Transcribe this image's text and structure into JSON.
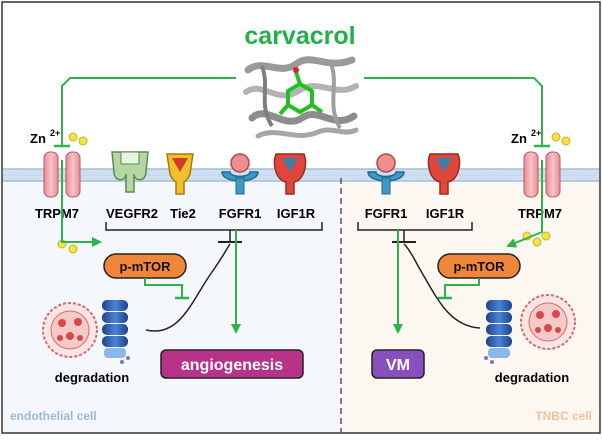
{
  "title": "carvacrol",
  "ions": {
    "left": "Zn",
    "right": "Zn",
    "charge": "2+"
  },
  "left_cell": {
    "channel": "TRPM7",
    "receptors": [
      "VEGFR2",
      "Tie2",
      "FGFR1",
      "IGF1R"
    ],
    "kinase": "p-mTOR",
    "degradation": "degradation",
    "outcome": "angiogenesis",
    "label": "endothelial cell"
  },
  "right_cell": {
    "channel": "TRPM7",
    "receptors": [
      "FGFR1",
      "IGF1R"
    ],
    "kinase": "p-mTOR",
    "degradation": "degradation",
    "outcome": "VM",
    "label": "TNBC cell"
  },
  "colors": {
    "title": "#22b04b",
    "arrow": "#2db34a",
    "kinase_fill": "#f0863a",
    "angiogenesis_fill": "#b7338a",
    "vm_fill": "#8a4fbf",
    "endothelial_label": "#9db8d8",
    "tnbc_label": "#f2c19a",
    "membrane": "#c9dbe9",
    "channel_fill": "#f2a9ad",
    "zinc": "#f2e34d"
  }
}
